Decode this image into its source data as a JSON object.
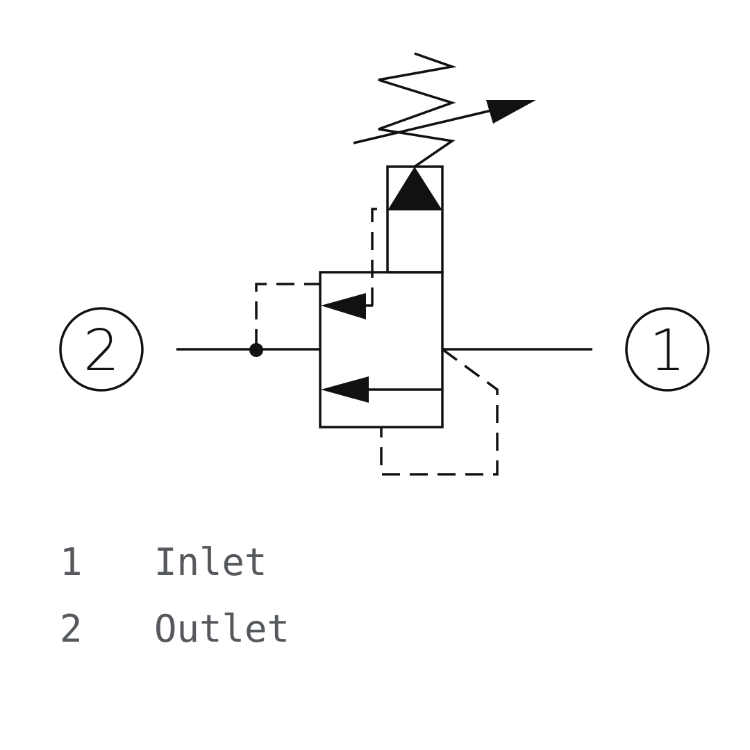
{
  "ports": {
    "left": "2",
    "right": "1"
  },
  "legend": [
    {
      "number": "1",
      "label": "Inlet"
    },
    {
      "number": "2",
      "label": "Outlet"
    }
  ],
  "colors": {
    "lines": "#111111",
    "legend_text": "#55585c"
  }
}
